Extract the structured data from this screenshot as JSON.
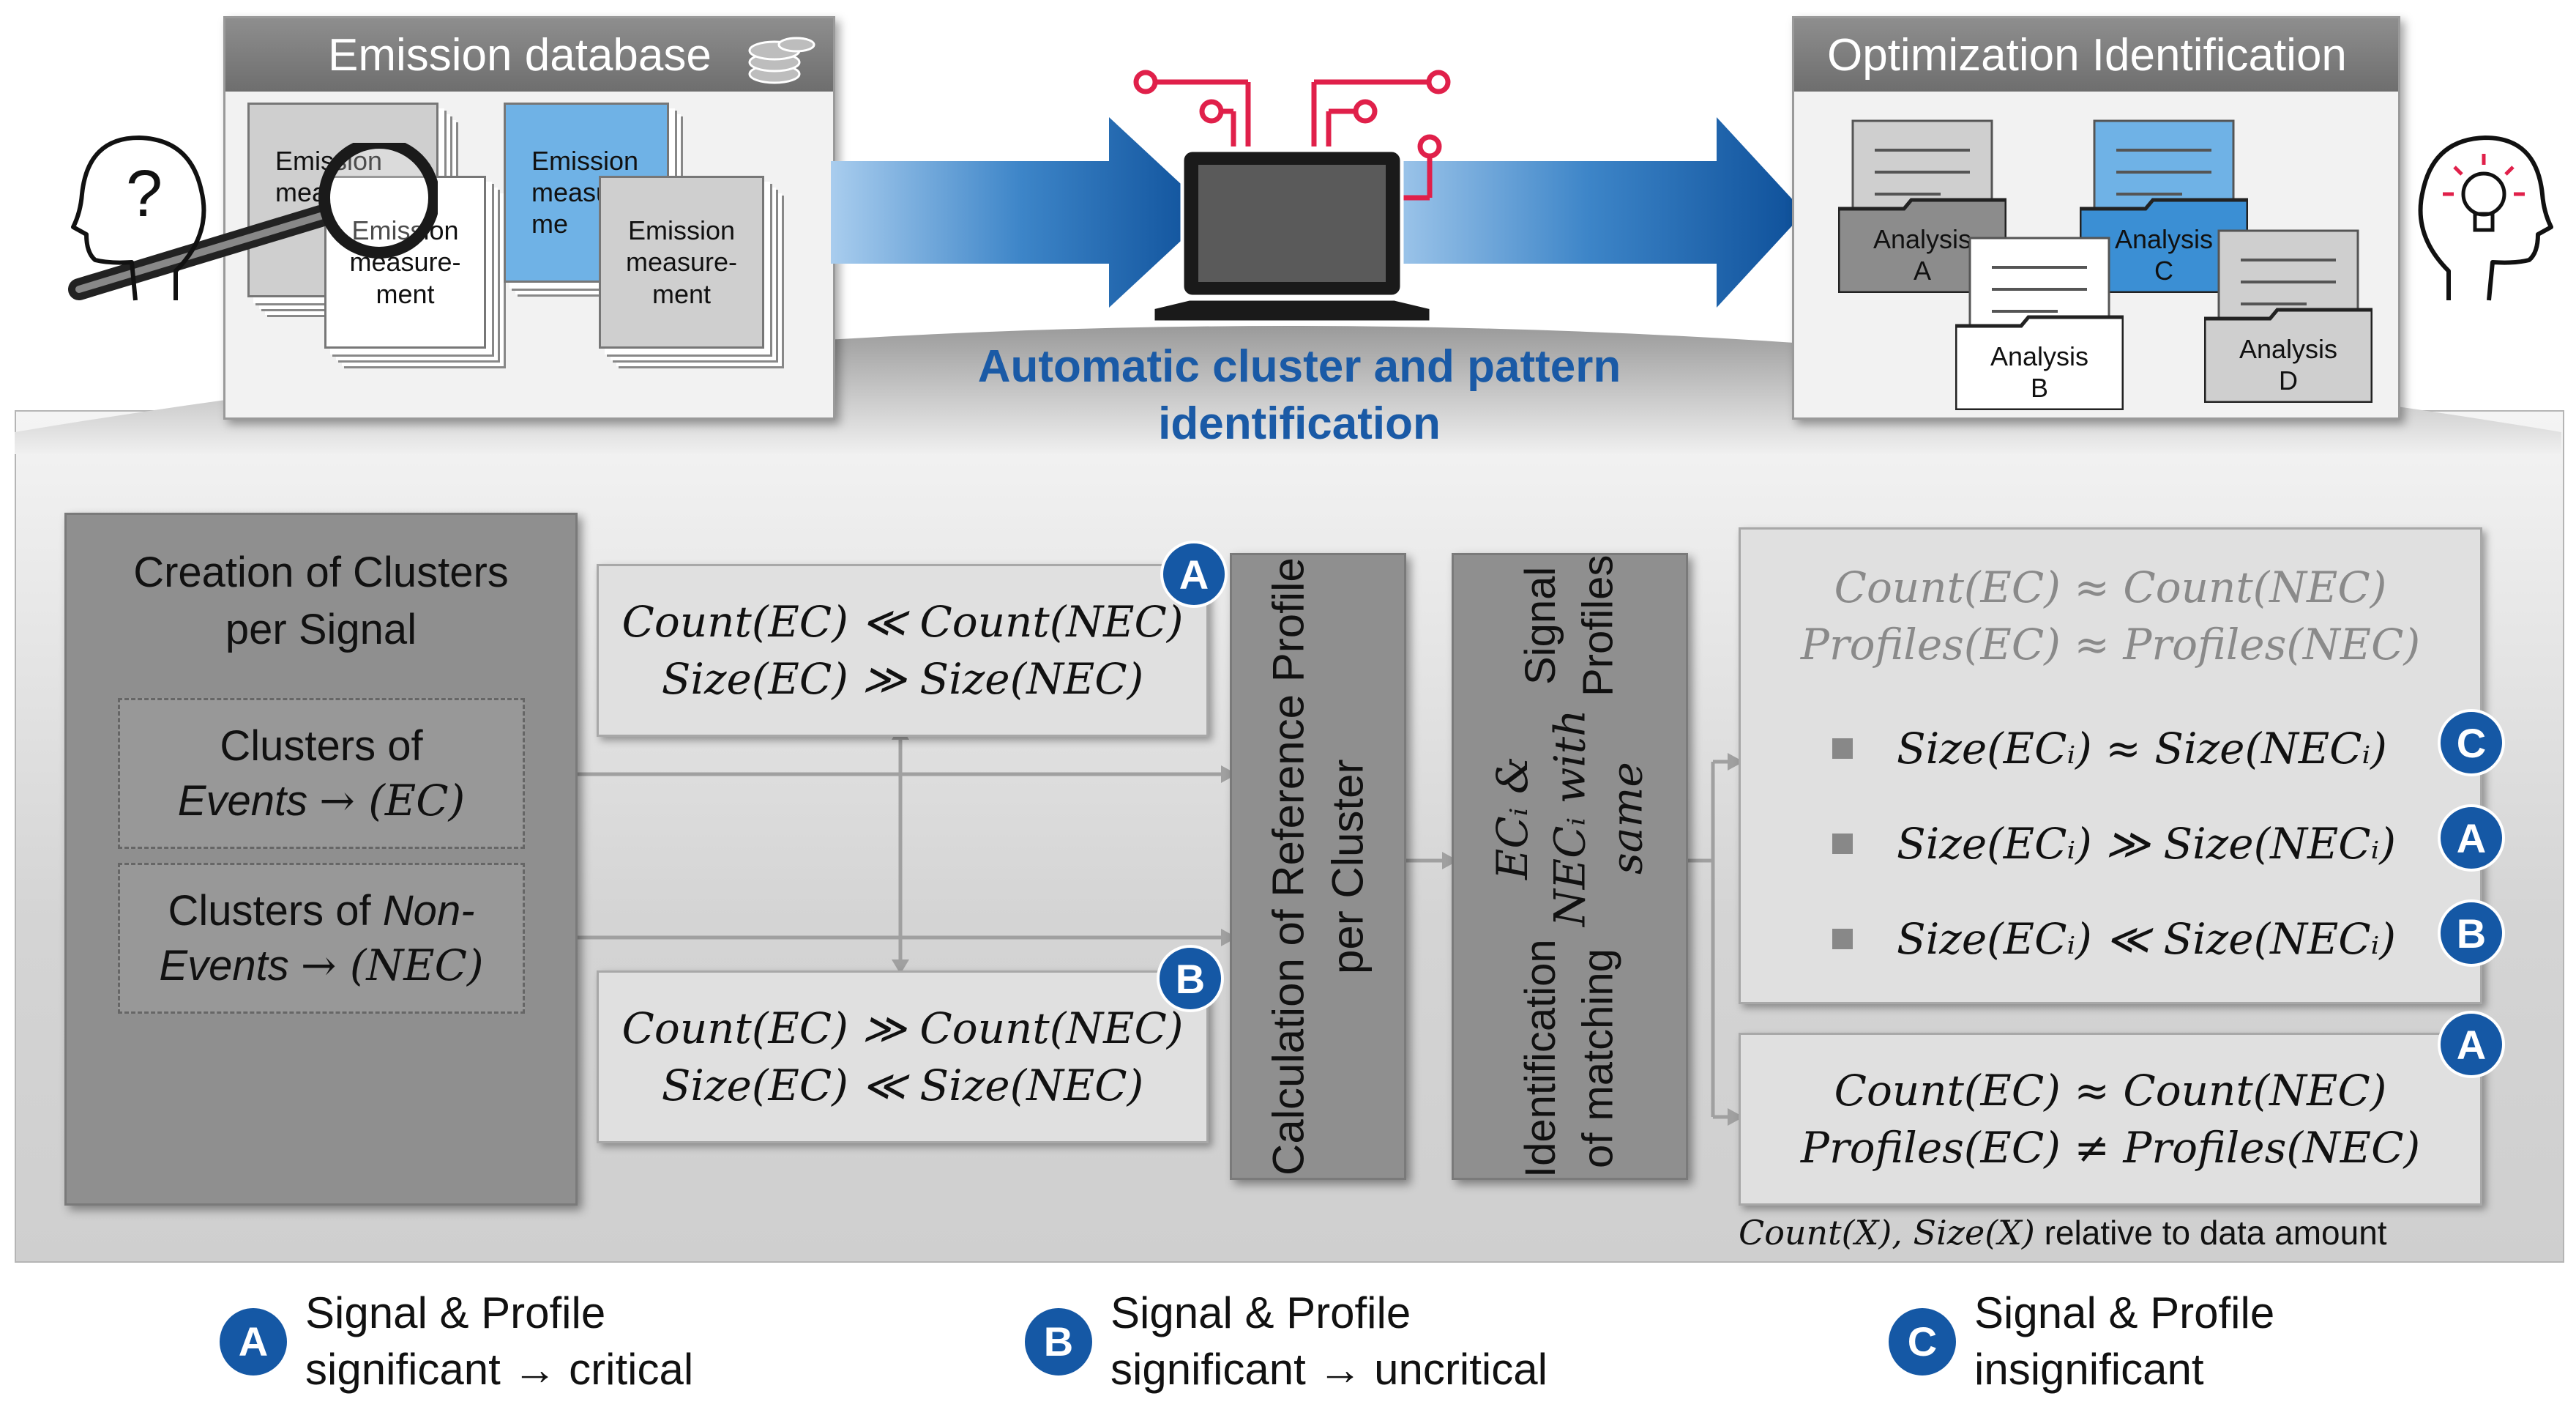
{
  "top": {
    "emission_db": {
      "title": "Emission database",
      "stack_left_back": [
        "Emission",
        "mea"
      ],
      "stack_left_front": [
        "Emission",
        "measure-",
        "ment"
      ],
      "stack_blue_back": [
        "Emission",
        "measu",
        "me"
      ],
      "stack_right": [
        "Emission",
        "measure-",
        "ment"
      ]
    },
    "process_label": [
      "Automatic cluster and pattern",
      "identification"
    ],
    "optimization": {
      "title": "Optimization Identification",
      "folders": [
        {
          "label1": "Analysis",
          "label2": "A"
        },
        {
          "label1": "Analysis",
          "label2": "B"
        },
        {
          "label1": "Analysis",
          "label2": "C"
        },
        {
          "label1": "Analysis",
          "label2": "D"
        }
      ]
    }
  },
  "flow": {
    "creation": {
      "title": [
        "Creation of Clusters",
        "per Signal"
      ],
      "events": {
        "line1": "Clusters of",
        "line2_italic": "Events",
        "arrow_math": "→ (EC)"
      },
      "nonevents": {
        "line1_plain": "Clusters of",
        "line1_italic": "Non-",
        "line2_italic": "Events",
        "arrow_math": "→ (NEC)"
      }
    },
    "cond_a": {
      "line1": "Count(EC) ≪ Count(NEC)",
      "line2": "Size(EC) ≫ Size(NEC)",
      "badge": "A"
    },
    "cond_b": {
      "line1": "Count(EC) ≫ Count(NEC)",
      "line2": "Size(EC) ≪ Size(NEC)",
      "badge": "B"
    },
    "calculation": "Calculation of Reference Profile per Cluster",
    "identification": {
      "line1": "Identification of matching",
      "line2": "ECᵢ & NECᵢ with same",
      "line3": "Signal Profiles"
    },
    "result_top": {
      "line1": "Count(EC) ≈ Count(NEC)",
      "line2": "Profiles(EC) ≈ Profiles(NEC)",
      "items": [
        {
          "text": "Size(ECᵢ) ≈ Size(NECᵢ)",
          "badge": "C"
        },
        {
          "text": "Size(ECᵢ) ≫ Size(NECᵢ)",
          "badge": "A"
        },
        {
          "text": "Size(ECᵢ) ≪ Size(NECᵢ)",
          "badge": "B"
        }
      ]
    },
    "result_bottom": {
      "line1": "Count(EC) ≈ Count(NEC)",
      "line2": "Profiles(EC) ≠ Profiles(NEC)",
      "badge": "A"
    },
    "footnote_math": "Count(X), Size(X)",
    "footnote_text": " relative to data amount"
  },
  "legend": [
    {
      "badge": "A",
      "line1": "Signal & Profile",
      "line2": "significant → critical"
    },
    {
      "badge": "B",
      "line1": "Signal & Profile",
      "line2": "significant → uncritical"
    },
    {
      "badge": "C",
      "line1": "Signal & Profile",
      "line2": "insignificant"
    }
  ],
  "colors": {
    "accent_blue": "#1558a5",
    "title_blue": "#1a5aa6",
    "circuit_red": "#e0204a"
  }
}
